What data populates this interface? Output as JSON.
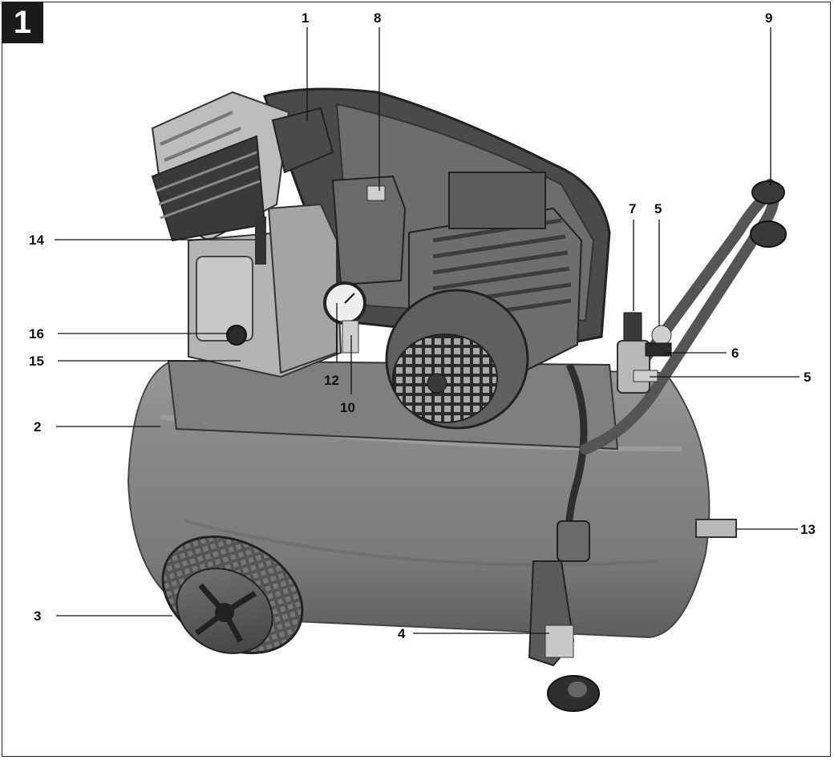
{
  "figure": {
    "number": "1"
  },
  "callouts": [
    {
      "id": "1",
      "text": "1"
    },
    {
      "id": "2",
      "text": "2"
    },
    {
      "id": "3",
      "text": "3"
    },
    {
      "id": "4",
      "text": "4"
    },
    {
      "id": "5a",
      "text": "5"
    },
    {
      "id": "5b",
      "text": "5"
    },
    {
      "id": "6",
      "text": "6"
    },
    {
      "id": "7",
      "text": "7"
    },
    {
      "id": "8",
      "text": "8"
    },
    {
      "id": "9",
      "text": "9"
    },
    {
      "id": "10",
      "text": "10"
    },
    {
      "id": "12",
      "text": "12"
    },
    {
      "id": "13",
      "text": "13"
    },
    {
      "id": "14",
      "text": "14"
    },
    {
      "id": "15",
      "text": "15"
    },
    {
      "id": "16",
      "text": "16"
    }
  ]
}
